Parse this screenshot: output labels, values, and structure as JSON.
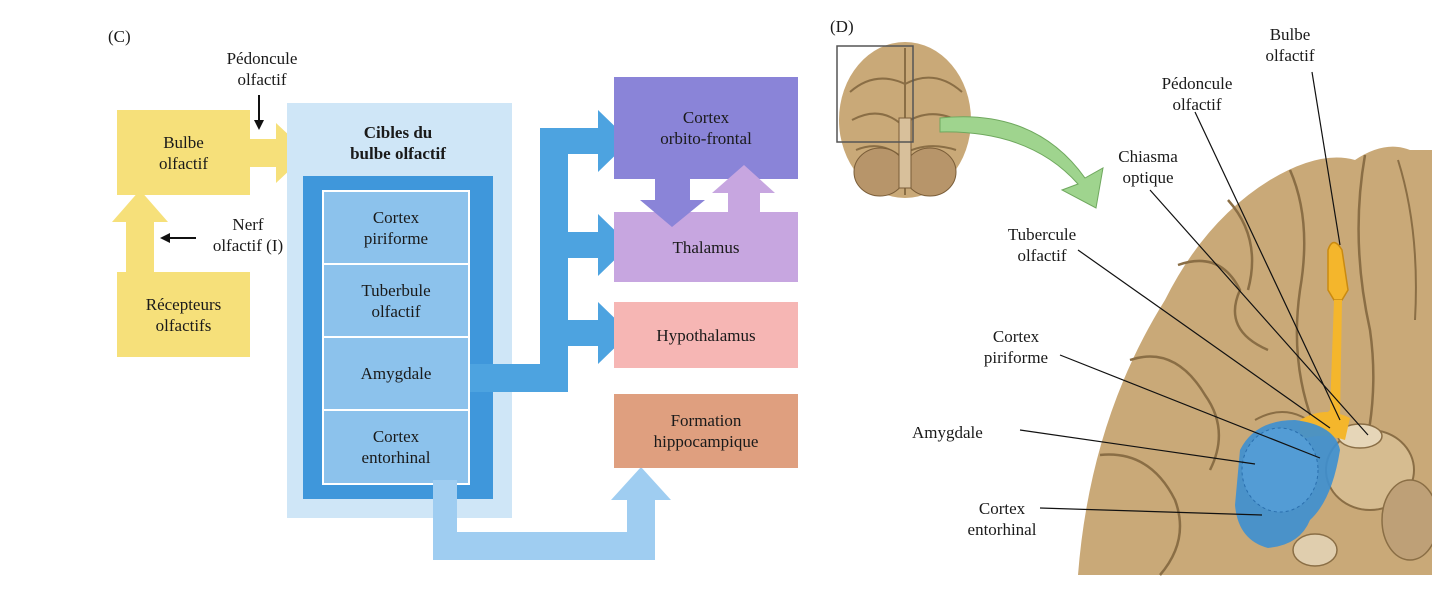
{
  "panel_c": {
    "label": "(C)",
    "bulbe": "Bulbe\nolfactif",
    "recepteurs": "Récepteurs\nolfactifs",
    "pedoncule": "Pédoncule\nolfactif",
    "nerf": "Nerf\nolfactif (I)",
    "cibles_title": "Cibles du\nbulbe olfactif",
    "cibles": [
      "Cortex\npiriforme",
      "Tuberbule\nolfactif",
      "Amygdale",
      "Cortex\nentorhinal"
    ],
    "outputs": {
      "orbito": "Cortex\norbito-frontal",
      "thalamus": "Thalamus",
      "hypothalamus": "Hypothalamus",
      "hippocampe": "Formation\nhippocampique"
    },
    "colors": {
      "yellow": "#f6e07a",
      "light_blue": "#cfe6f7",
      "mid_blue": "#3f97db",
      "cell_blue": "#8cc2ec",
      "arrow_blue": "#4da3e0",
      "arrow_light": "#9fcdf1",
      "purple": "#8a84d8",
      "violet": "#c7a6e0",
      "pink": "#f6b6b4",
      "brown": "#df9f7f"
    }
  },
  "panel_d": {
    "label": "(D)",
    "labels": {
      "bulbe": "Bulbe\nolfactif",
      "pedoncule": "Pédoncule\nolfactif",
      "chiasma": "Chiasma\noptique",
      "tubercule": "Tubercule\nolfactif",
      "piriforme": "Cortex\npiriforme",
      "amygdale": "Amygdale",
      "entorhinal": "Cortex\nentorhinal"
    },
    "colors": {
      "brain": "#c9a978",
      "brain_dark": "#8a6e45",
      "olfactory": "#f4b62c",
      "blue": "#3c8fd2",
      "arrow": "#9fd48e"
    }
  }
}
